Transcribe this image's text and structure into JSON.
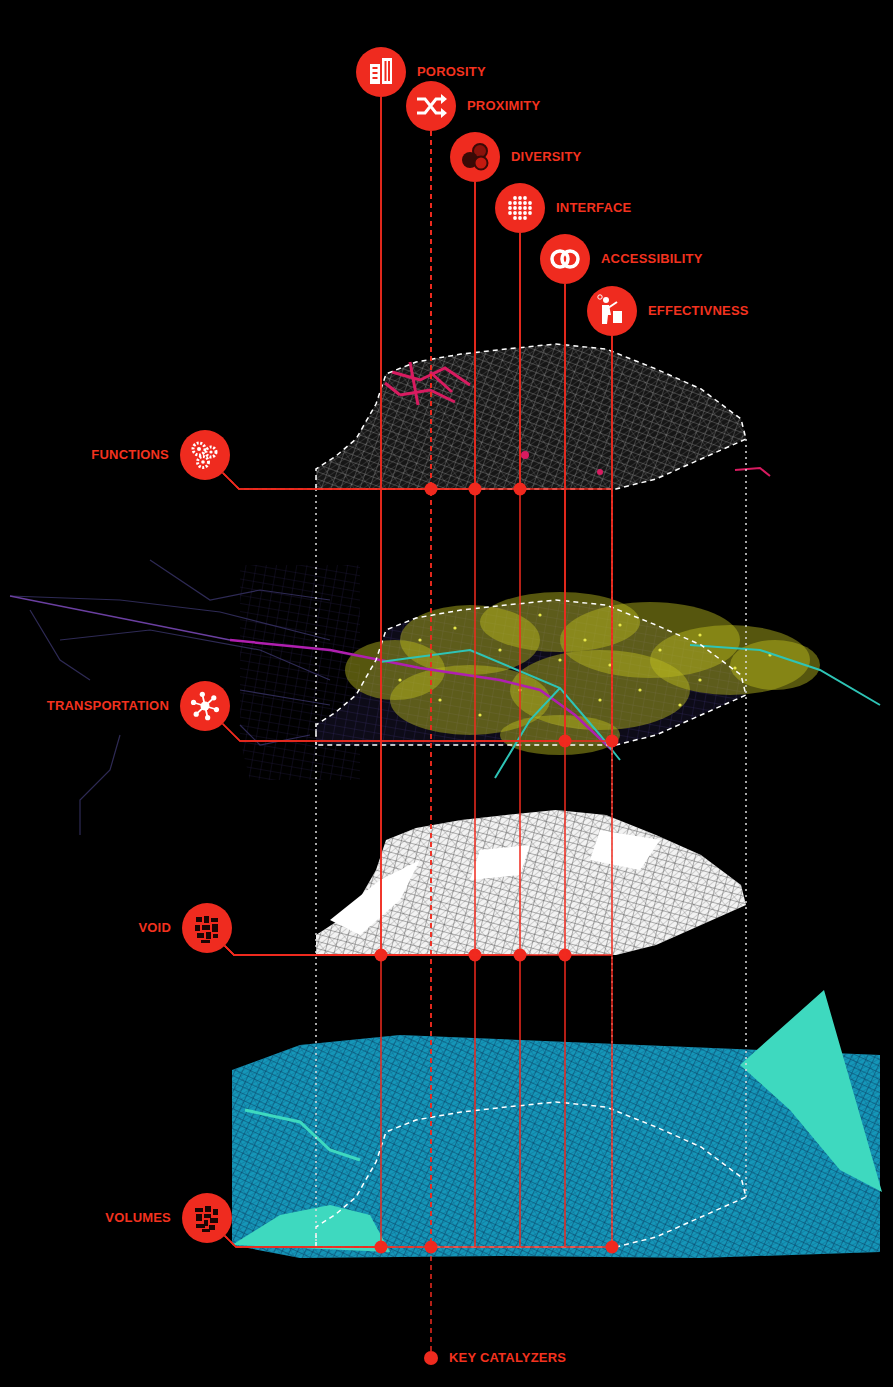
{
  "diagram": {
    "nodes": [
      {
        "text": [
          "POROSITY"
        ]
      },
      {
        "text": [
          "PROXIMITY"
        ]
      },
      {
        "text": [
          "DIVERSITY"
        ]
      },
      {
        "text": [
          "INTERFACE"
        ]
      },
      {
        "text": [
          "ACCESSIBILITY"
        ]
      },
      {
        "text": [
          "EFFECTIVNESS"
        ]
      },
      {
        "text": [
          "FUNCTIONS"
        ]
      },
      {
        "text": [
          "TRANSPORTATION"
        ]
      },
      {
        "text": [
          "VOID"
        ]
      },
      {
        "text": [
          "VOLUMES"
        ]
      },
      {
        "text": [
          "KEY CATALYZERS"
        ]
      }
    ],
    "edges": [
      {
        "from": 1,
        "to": 6,
        "arrow": "none"
      },
      {
        "from": 2,
        "to": 6,
        "arrow": "none"
      },
      {
        "from": 3,
        "to": 6,
        "arrow": "none"
      },
      {
        "from": 4,
        "to": 7,
        "arrow": "none"
      },
      {
        "from": 5,
        "to": 7,
        "arrow": "none"
      },
      {
        "from": 0,
        "to": 8,
        "arrow": "none"
      },
      {
        "from": 2,
        "to": 8,
        "arrow": "none"
      },
      {
        "from": 3,
        "to": 8,
        "arrow": "none"
      },
      {
        "from": 4,
        "to": 8,
        "arrow": "none"
      },
      {
        "from": 0,
        "to": 9,
        "arrow": "none"
      },
      {
        "from": 1,
        "to": 9,
        "arrow": "none"
      },
      {
        "from": 5,
        "to": 9,
        "arrow": "none"
      },
      {
        "from": 1,
        "to": 10,
        "arrow": "none"
      }
    ]
  }
}
